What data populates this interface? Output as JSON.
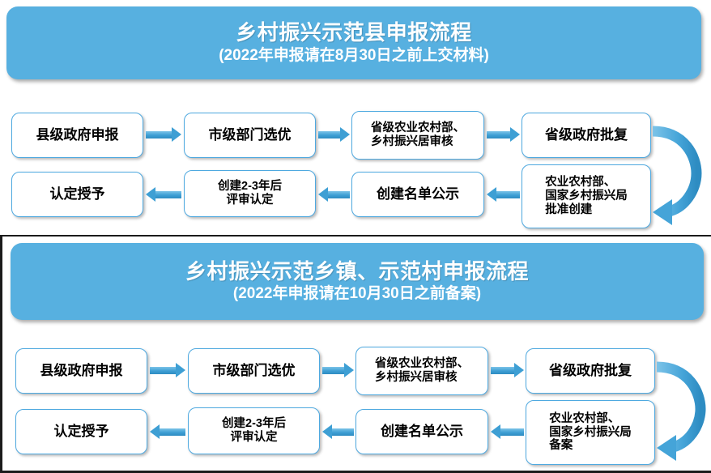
{
  "sections": [
    {
      "id": "county",
      "banner": {
        "title": "乡村振兴示范县申报流程",
        "subtitle": "(2022年申报请在8月30日之前上交材料)"
      },
      "row1": [
        {
          "label": "县级政府申报"
        },
        {
          "label": "市级部门选优"
        },
        {
          "label": "省级农业农村部、\n乡村振兴居审核"
        },
        {
          "label": "省级政府批复"
        }
      ],
      "row2": [
        {
          "label": "认定授予"
        },
        {
          "label": "创建2-3年后\n评审认定"
        },
        {
          "label": "创建名单公示"
        },
        {
          "label": "农业农村部、\n国家乡村振兴局\n批准创建"
        }
      ]
    },
    {
      "id": "town-village",
      "banner": {
        "title": "乡村振兴示范乡镇、示范村申报流程",
        "subtitle": "(2022年申报请在10月30日之前备案)"
      },
      "row1": [
        {
          "label": "县级政府申报"
        },
        {
          "label": "市级部门选优"
        },
        {
          "label": "省级农业农村部、\n乡村振兴居审核"
        },
        {
          "label": "省级政府批复"
        }
      ],
      "row2": [
        {
          "label": "认定授予"
        },
        {
          "label": "创建2-3年后\n评审认定"
        },
        {
          "label": "创建名单公示"
        },
        {
          "label": "农业农村部、\n国家乡村振兴局\n备案"
        }
      ]
    }
  ],
  "colors": {
    "banner_blue": "#57b0e0",
    "box_border_blue": "#4ea9e0",
    "arrow_blue": "#3e9fd4",
    "text_black": "#000000",
    "banner_text": "#ffffff"
  },
  "flow_direction": {
    "row1": "left-to-right",
    "row2": "right-to-left",
    "connector": "curved-arrow-down-right"
  }
}
